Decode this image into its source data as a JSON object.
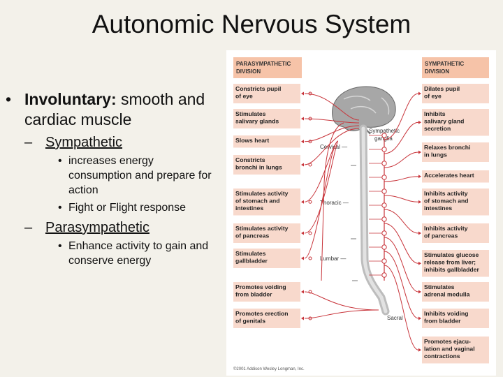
{
  "title": "Autonomic Nervous System",
  "bullets": {
    "main_bold": "Involuntary:",
    "main_rest": " smooth and cardiac muscle",
    "sympathetic": {
      "label": "Sympathetic",
      "points": [
        "increases energy consumption and prepare for action",
        "Fight or Flight response"
      ]
    },
    "parasympathetic": {
      "label": "Parasympathetic",
      "points": [
        "Enhance activity to gain and conserve energy"
      ]
    }
  },
  "diagram": {
    "left_header": [
      "PARASYMPATHETIC",
      "DIVISION"
    ],
    "right_header": [
      "SYMPATHETIC",
      "DIVISION"
    ],
    "left_boxes": [
      [
        "Constricts pupil",
        "of eye"
      ],
      [
        "Stimulates",
        "salivary glands"
      ],
      [
        "Slows heart"
      ],
      [
        "Constricts",
        "bronchi in lungs"
      ],
      [
        "Stimulates activity",
        "of stomach and",
        "intestines"
      ],
      [
        "Stimulates activity",
        "of pancreas"
      ],
      [
        "Stimulates",
        "gallbladder"
      ],
      [
        "Promotes voiding",
        "from bladder"
      ],
      [
        "Promotes erection",
        "of genitals"
      ]
    ],
    "right_boxes": [
      [
        "Dilates pupil",
        "of eye"
      ],
      [
        "Inhibits",
        "salivary gland",
        "secretion"
      ],
      [
        "Relaxes bronchi",
        "in lungs"
      ],
      [
        "Accelerates heart"
      ],
      [
        "Inhibits activity",
        "of stomach and",
        "intestines"
      ],
      [
        "Inhibits activity",
        "of pancreas"
      ],
      [
        "Stimulates glucose",
        "release from liver;",
        "inhibits gallbladder"
      ],
      [
        "Stimulates",
        "adrenal medulla"
      ],
      [
        "Inhibits voiding",
        "from bladder"
      ],
      [
        "Promotes ejacu-",
        "lation and vaginal",
        "contractions"
      ]
    ],
    "labels": {
      "cervical": "Cervical —",
      "thoracic": "Thoracic —",
      "lumbar": "Lumbar —",
      "sacral": "Sacral",
      "ganglia": [
        "Sympathetic",
        "ganglia"
      ]
    },
    "copyright": "©2001 Addison Wesley Longman, Inc.",
    "colors": {
      "box": "#f8d9cc",
      "nerve": "#c8343a",
      "header": "#f6c3a8"
    }
  }
}
